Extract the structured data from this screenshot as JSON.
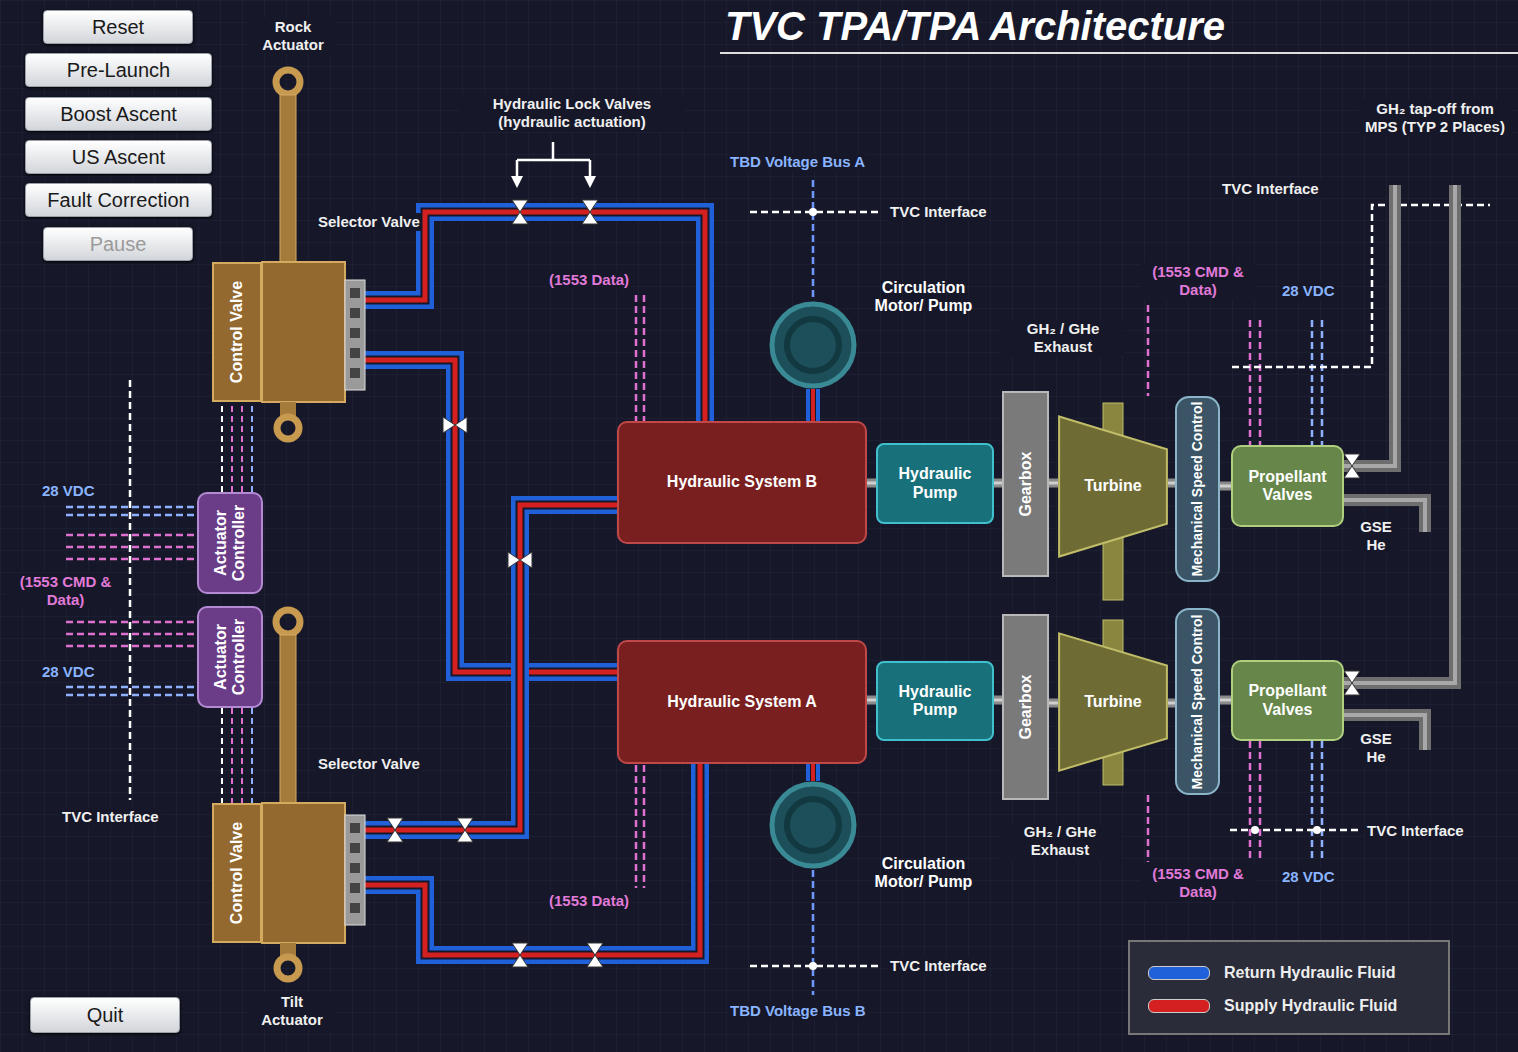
{
  "diagram": {
    "title": "TVC TPA/TPA Architecture",
    "nodes": [
      {
        "text": [
          "Reset"
        ]
      },
      {
        "text": [
          "Pre-Launch"
        ]
      },
      {
        "text": [
          "Boost Ascent"
        ]
      },
      {
        "text": [
          "US Ascent"
        ]
      },
      {
        "text": [
          "Fault Correction"
        ]
      },
      {
        "text": [
          "Pause"
        ]
      },
      {
        "text": [
          "Quit"
        ]
      },
      {
        "text": [
          "Control Valve"
        ]
      },
      {
        "text": [
          "Control Valve"
        ]
      },
      {
        "text": [
          "Actuator Controller"
        ]
      },
      {
        "text": [
          "Actuator Controller"
        ]
      },
      {
        "text": [
          "Hydraulic System B"
        ]
      },
      {
        "text": [
          "Hydraulic System A"
        ]
      },
      {
        "text": [
          "Hydraulic Pump"
        ]
      },
      {
        "text": [
          "Hydraulic Pump"
        ]
      },
      {
        "text": [
          "Gearbox"
        ]
      },
      {
        "text": [
          "Gearbox"
        ]
      },
      {
        "text": [
          "Turbine"
        ]
      },
      {
        "text": [
          "Turbine"
        ]
      },
      {
        "text": [
          "Mechanical Speed Control"
        ]
      },
      {
        "text": [
          "Mechanical Speed Control"
        ]
      },
      {
        "text": [
          "Propellant Valves"
        ]
      },
      {
        "text": [
          "Propellant Valves"
        ]
      },
      {
        "text": [
          "Circulation Motor/ Pump"
        ]
      },
      {
        "text": [
          "Circulation Motor/ Pump"
        ]
      }
    ],
    "edges": [
      {
        "from": 11,
        "to": 7,
        "arrow": "none"
      },
      {
        "from": 12,
        "to": 7,
        "arrow": "none"
      },
      {
        "from": 11,
        "to": 8,
        "arrow": "none"
      },
      {
        "from": 12,
        "to": 8,
        "arrow": "none"
      },
      {
        "from": 11,
        "to": 13,
        "arrow": "none"
      },
      {
        "from": 13,
        "to": 15,
        "arrow": "none"
      },
      {
        "from": 15,
        "to": 17,
        "arrow": "none"
      },
      {
        "from": 17,
        "to": 19,
        "arrow": "none"
      },
      {
        "from": 19,
        "to": 21,
        "arrow": "none"
      },
      {
        "from": 12,
        "to": 14,
        "arrow": "none"
      },
      {
        "from": 14,
        "to": 16,
        "arrow": "none"
      },
      {
        "from": 16,
        "to": 18,
        "arrow": "none"
      },
      {
        "from": 18,
        "to": 20,
        "arrow": "none"
      },
      {
        "from": 20,
        "to": 22,
        "arrow": "none"
      },
      {
        "from": 23,
        "to": 11,
        "arrow": "none"
      },
      {
        "from": 24,
        "to": 12,
        "arrow": "none"
      },
      {
        "from": 9,
        "to": 7,
        "arrow": "none"
      },
      {
        "from": 10,
        "to": 8,
        "arrow": "none"
      }
    ],
    "labels": [
      "Rock Actuator",
      "Selector Valve",
      "Hydraulic Lock Valves (hydraulic actuation)",
      "TBD Voltage Bus A",
      "TVC Interface",
      "(1553 Data)",
      "GH₂ tap-off from MPS (TYP 2 Places)",
      "TVC Interface",
      "(1553 CMD & Data)",
      "28 VDC",
      "GH₂ / GHe Exhaust",
      "28 VDC",
      "(1553 CMD & Data)",
      "GSE He",
      "28 VDC",
      "GSE He",
      "Selector Valve",
      "TVC Interface",
      "GH₂ / GHe Exhaust",
      "TVC Interface",
      "(1553 CMD & Data)",
      "28 VDC",
      "(1553 Data)",
      "TVC Interface",
      "Tilt Actuator",
      "TBD Voltage Bus B"
    ],
    "legend": [
      {
        "text": "Return Hydraulic Fluid",
        "color": "#2060d8"
      },
      {
        "text": "Supply Hydraulic Fluid",
        "color": "#d42020"
      }
    ]
  }
}
